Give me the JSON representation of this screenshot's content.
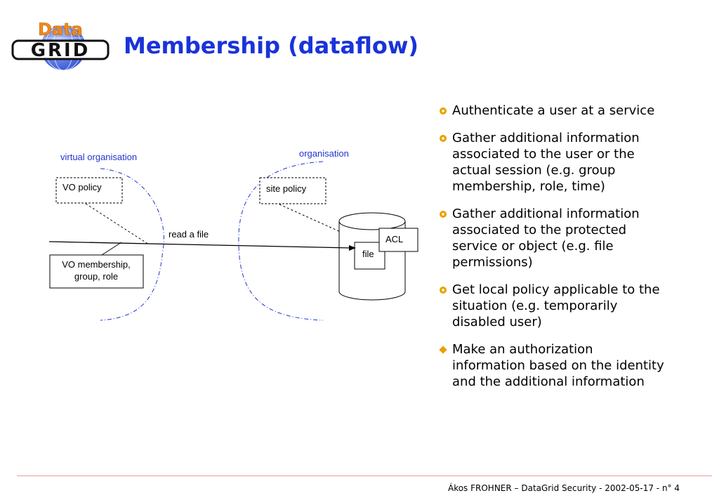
{
  "logo": {
    "top_text": "Data",
    "bottom_text": "GRID"
  },
  "title": "Membership (dataflow)",
  "diagram": {
    "labels": {
      "virtual_organisation": "virtual organisation",
      "organisation": "organisation",
      "vo_policy": "VO policy",
      "site_policy": "site policy",
      "read_a_file": "read a file",
      "vo_membership_line1": "VO membership,",
      "vo_membership_line2": "group, role",
      "acl": "ACL",
      "file": "file"
    },
    "colors": {
      "region_border": "#2233cc",
      "label_blue": "#2233cc"
    }
  },
  "bullets": [
    {
      "text": "Authenticate a user at a service",
      "icon": "orange-circle-bullet"
    },
    {
      "text": "Gather additional information associated to the user or the actual session (e.g. group membership, role, time)",
      "icon": "orange-circle-bullet"
    },
    {
      "text": "Gather additional information associated to the protected service or object (e.g. file permissions)",
      "icon": "orange-circle-bullet"
    },
    {
      "text": "Get local policy applicable to the situation (e.g. temporarily disabled user)",
      "icon": "orange-circle-bullet"
    },
    {
      "text": "Make an authorization information based on the identity and the additional information",
      "icon": "orange-diamond-bullet"
    }
  ],
  "footer": "Ákos FROHNER – DataGrid Security - 2002-05-17 - n° 4",
  "colors": {
    "title": "#1a33d9",
    "bullet": "#e8a000"
  }
}
